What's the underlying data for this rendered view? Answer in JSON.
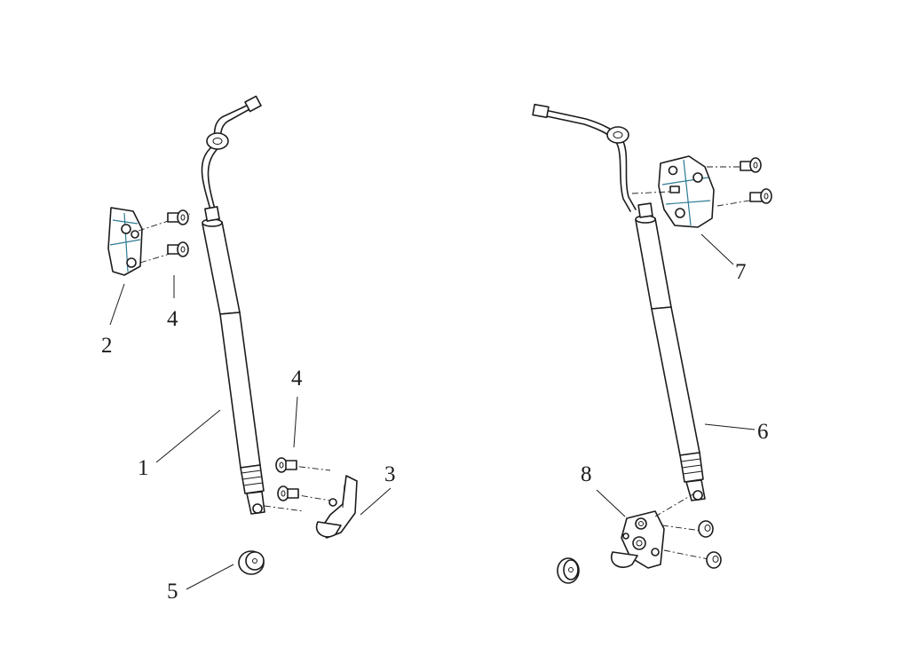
{
  "diagram": {
    "callouts": {
      "c1": "1",
      "c2": "2",
      "c3": "3",
      "c4a": "4",
      "c4b": "4",
      "c5": "5",
      "c6": "6",
      "c7": "7",
      "c8": "8"
    }
  }
}
